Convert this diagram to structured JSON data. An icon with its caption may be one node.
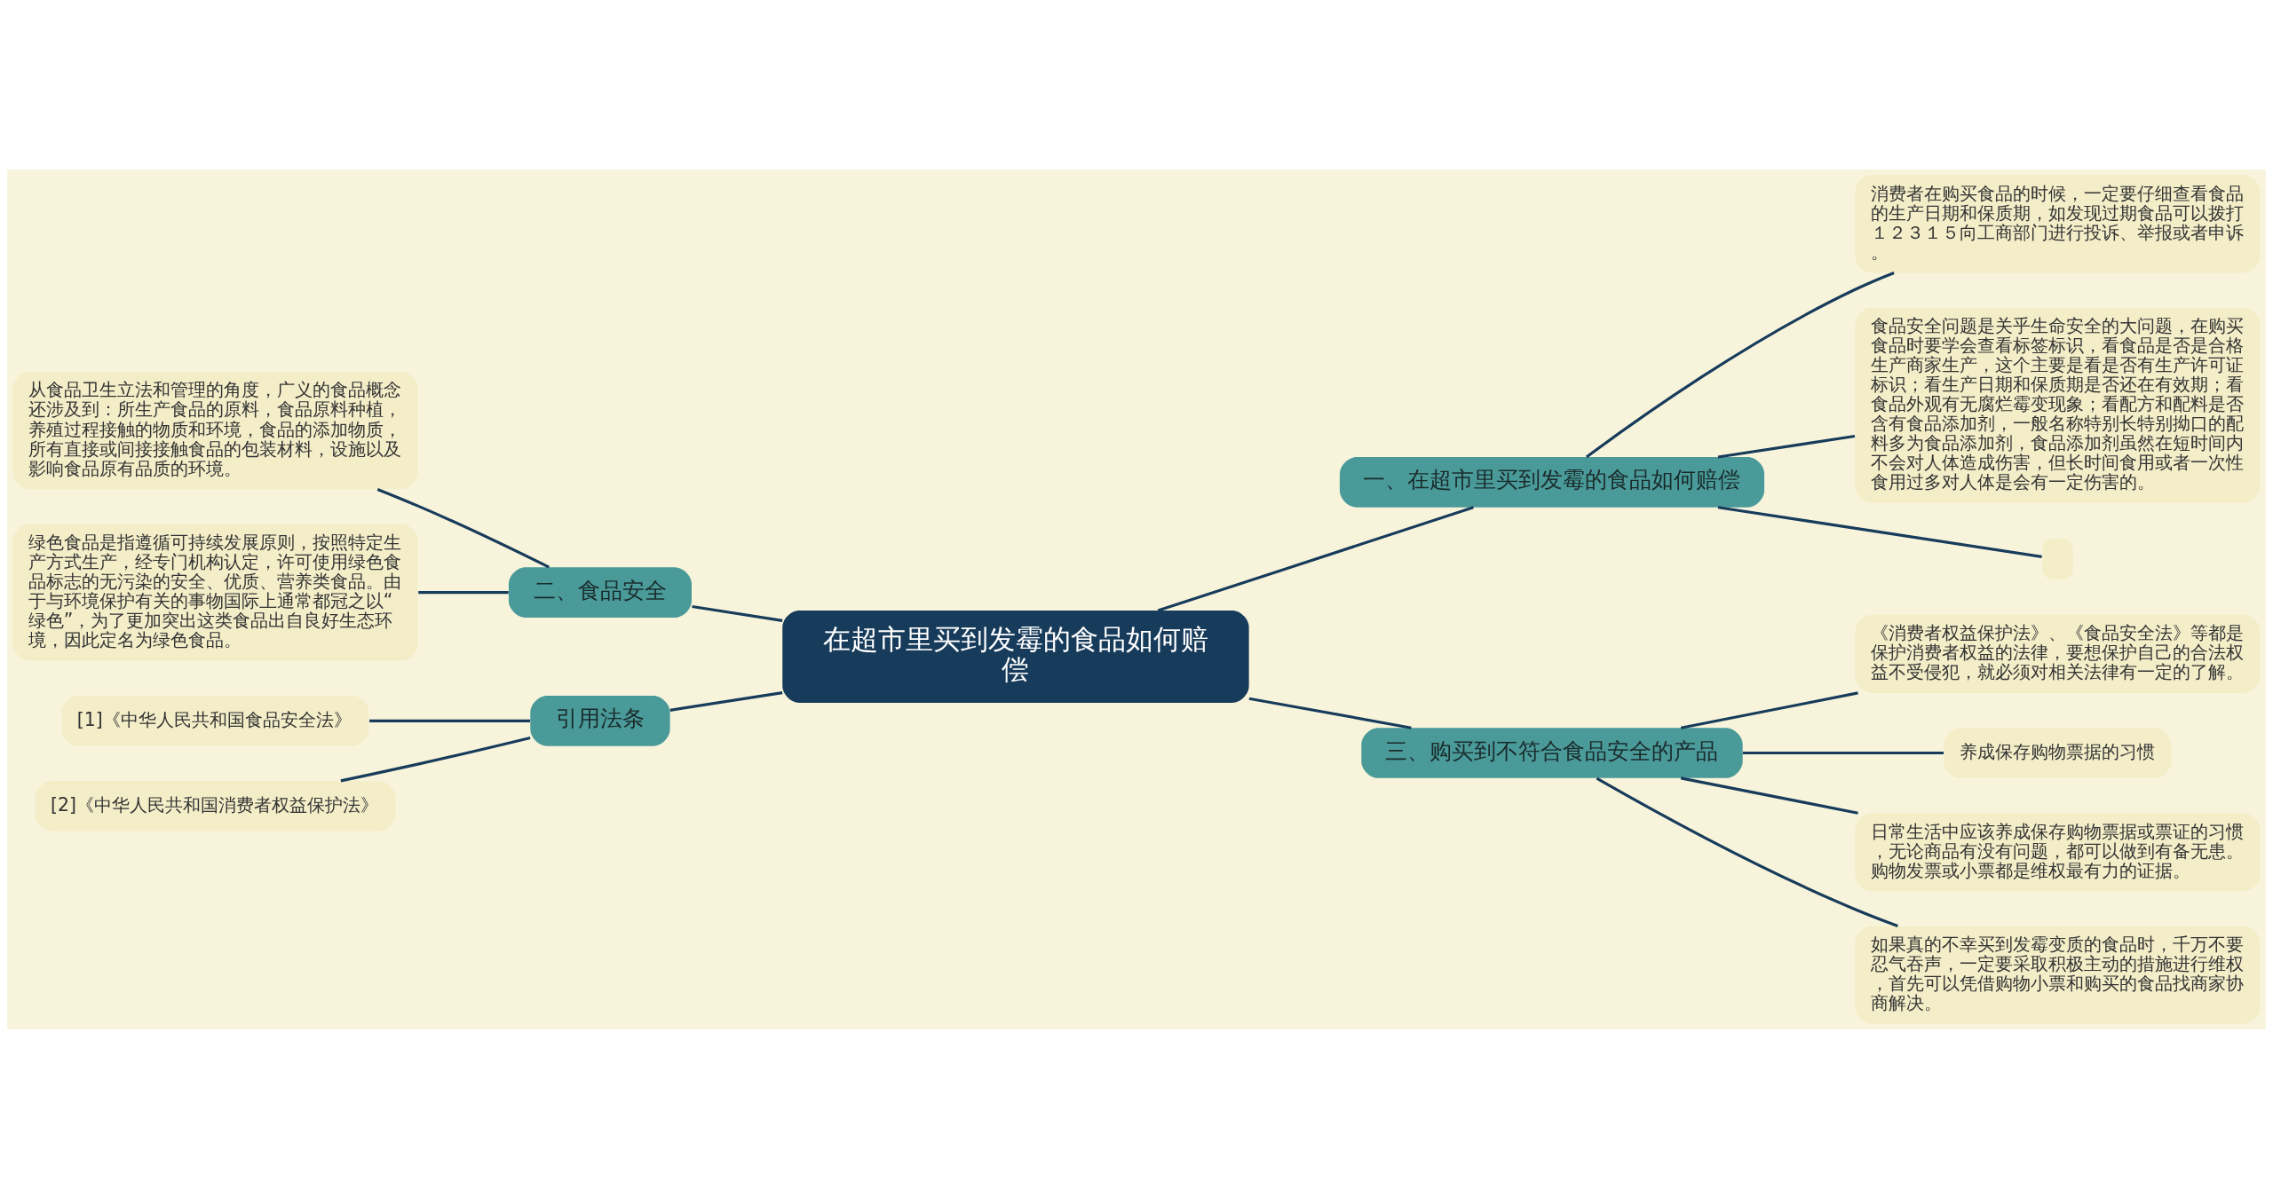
{
  "diagram": {
    "nodes": [
      {
        "text": [
          "在超市里买到发霉的食品如何赔偿"
        ]
      },
      {
        "text": [
          "一、在超市里买到发霉的食品如何赔偿"
        ]
      },
      {
        "text": [
          "消费者在购买食品的时候，一定要仔细查看食品的生产日期和保质期，如发现过期食品可以拨打１２３１５向工商部门进行投诉、举报或者申诉。"
        ]
      },
      {
        "text": [
          "食品安全问题是关乎生命安全的大问题，在购买食品时要学会查看标签标识，看食品是否是合格生产商家生产，这个主要是看是否有生产许可证标识；看生产日期和保质期是否还在有效期；看食品外观有无腐烂霉变现象；看配方和配料是否含有食品添加剂，一般名称特别长特别拗口的配料多为食品添加剂，食品添加剂虽然在短时间内不会对人体造成伤害，但长时间食用或者一次性食用过多对人体是会有一定伤害的。"
        ]
      },
      {
        "text": [],
        "shape": "box"
      },
      {
        "text": [
          "二、食品安全"
        ]
      },
      {
        "text": [
          "从食品卫生立法和管理的角度，广义的食品概念还涉及到：所生产食品的原料，食品原料种植，养殖过程接触的物质和环境，食品的添加物质，所有直接或间接接触食品的包装材料，设施以及影响食品原有品质的环境。"
        ]
      },
      {
        "text": [
          "绿色食品是指遵循可持续发展原则，按照特定生产方式生产，经专门机构认定，许可使用绿色食品标志的无污染的安全、优质、营养类食品。由于与环境保护有关的事物国际上通常都冠之以“绿色”，为了更加突出这类食品出自良好生态环境，因此定名为绿色食品。"
        ]
      },
      {
        "text": [
          "引用法条"
        ]
      },
      {
        "text": [
          "[1]《中华人民共和国食品安全法》"
        ]
      },
      {
        "text": [
          "[2]《中华人民共和国消费者权益保护法》"
        ]
      },
      {
        "text": [
          "三、购买到不符合食品安全的产品"
        ]
      },
      {
        "text": [
          "《消费者权益保护法》、《食品安全法》等都是保护消费者权益的法律，要想保护自己的合法权益不受侵犯，就必须对相关法律有一定的了解。"
        ]
      },
      {
        "text": [
          "养成保存购物票据的习惯"
        ]
      },
      {
        "text": [
          "日常生活中应该养成保存购物票据或票证的习惯，无论商品有没有问题，都可以做到有备无患。购物发票或小票都是维权最有力的证据。"
        ]
      },
      {
        "text": [
          "如果真的不幸买到发霉变质的食品时，千万不要忍气吞声，一定要采取积极主动的措施进行维权，首先可以凭借购物小票和购买的食品找商家协商解决。"
        ]
      }
    ],
    "edges": [
      {
        "from": 0,
        "to": 1,
        "arrow": "none"
      },
      {
        "from": 1,
        "to": 2,
        "arrow": "none"
      },
      {
        "from": 1,
        "to": 3,
        "arrow": "none"
      },
      {
        "from": 1,
        "to": 4,
        "arrow": "none"
      },
      {
        "from": 0,
        "to": 5,
        "arrow": "none"
      },
      {
        "from": 5,
        "to": 6,
        "arrow": "none"
      },
      {
        "from": 5,
        "to": 7,
        "arrow": "none"
      },
      {
        "from": 0,
        "to": 8,
        "arrow": "none"
      },
      {
        "from": 8,
        "to": 9,
        "arrow": "none"
      },
      {
        "from": 8,
        "to": 10,
        "arrow": "none"
      },
      {
        "from": 0,
        "to": 11,
        "arrow": "none"
      },
      {
        "from": 11,
        "to": 12,
        "arrow": "none"
      },
      {
        "from": 11,
        "to": 13,
        "arrow": "none"
      },
      {
        "from": 11,
        "to": 14,
        "arrow": "none"
      },
      {
        "from": 11,
        "to": 15,
        "arrow": "none"
      }
    ]
  }
}
